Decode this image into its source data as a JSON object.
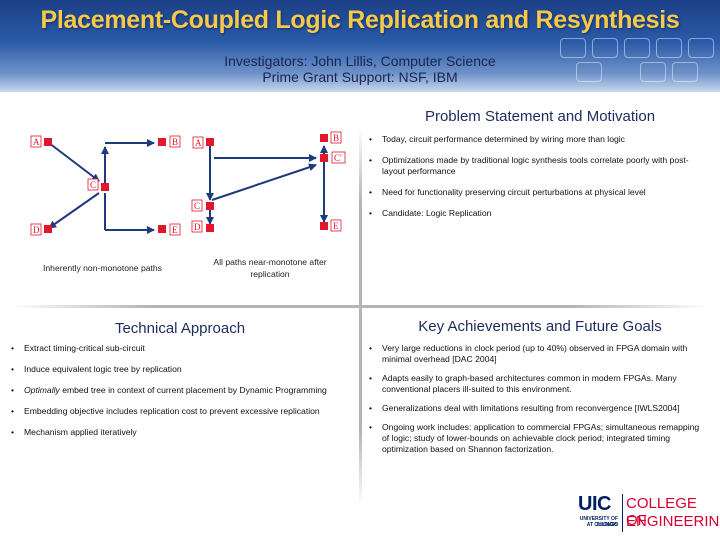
{
  "header": {
    "title": "Placement-Coupled Logic Replication and Resynthesis",
    "investigators": "Investigators: John Lillis, Computer Science",
    "grant": "Prime Grant Support: NSF, IBM"
  },
  "problem": {
    "title": "Problem Statement and Motivation",
    "items": [
      "Today, circuit performance determined by wiring more than logic",
      "Optimizations made by  traditional logic synthesis tools correlate poorly  with post-layout performance",
      "Need for functionality preserving circuit perturbations at physical level",
      "Candidate: Logic Replication"
    ]
  },
  "diagram": {
    "left_caption": "Inherently non-monotone paths",
    "right_caption": "All paths near-monotone after replication",
    "labels_left": [
      "A",
      "B",
      "C",
      "D",
      "E"
    ],
    "labels_right": [
      "A",
      "B",
      "C'",
      "C",
      "D",
      "E"
    ]
  },
  "approach": {
    "title": "Technical Approach",
    "items": [
      {
        "em": "",
        "text": "Extract timing-critical sub-circuit"
      },
      {
        "em": "",
        "text": "Induce equivalent logic tree by replication"
      },
      {
        "em": "Optimally",
        "text": " embed tree in context of current placement by Dynamic Programming"
      },
      {
        "em": "",
        "text": "Embedding objective includes replication cost to prevent excessive replication"
      },
      {
        "em": "",
        "text": "Mechanism applied iteratively"
      }
    ]
  },
  "achievements": {
    "title": "Key Achievements and Future Goals",
    "items": [
      "Very large reductions in clock period (up to 40%) observed in FPGA domain with minimal overhead [DAC 2004]",
      "Adapts easily to graph-based architectures common in modern FPGAs. Many  conventional placers ill-suited to this environment.",
      "Generalizations deal with limitations resulting from reconvergence [IWLS2004]",
      "Ongoing work includes:  application to commercial FPGAs; simultaneous remapping of logic; study of lower-bounds on achievable clock period; integrated timing optimization based on Shannon factorization."
    ]
  },
  "logo": {
    "uic": "UIC",
    "college": "COLLEGE OF",
    "engineering": "ENGINEERING",
    "univ_line1": "UNIVERSITY OF ILLINOIS",
    "univ_line2": "AT CHICAGO"
  },
  "colors": {
    "node": "#e0182b",
    "label": "#e0182b",
    "edge": "#1e3a7a",
    "accent": "#f7c948"
  }
}
